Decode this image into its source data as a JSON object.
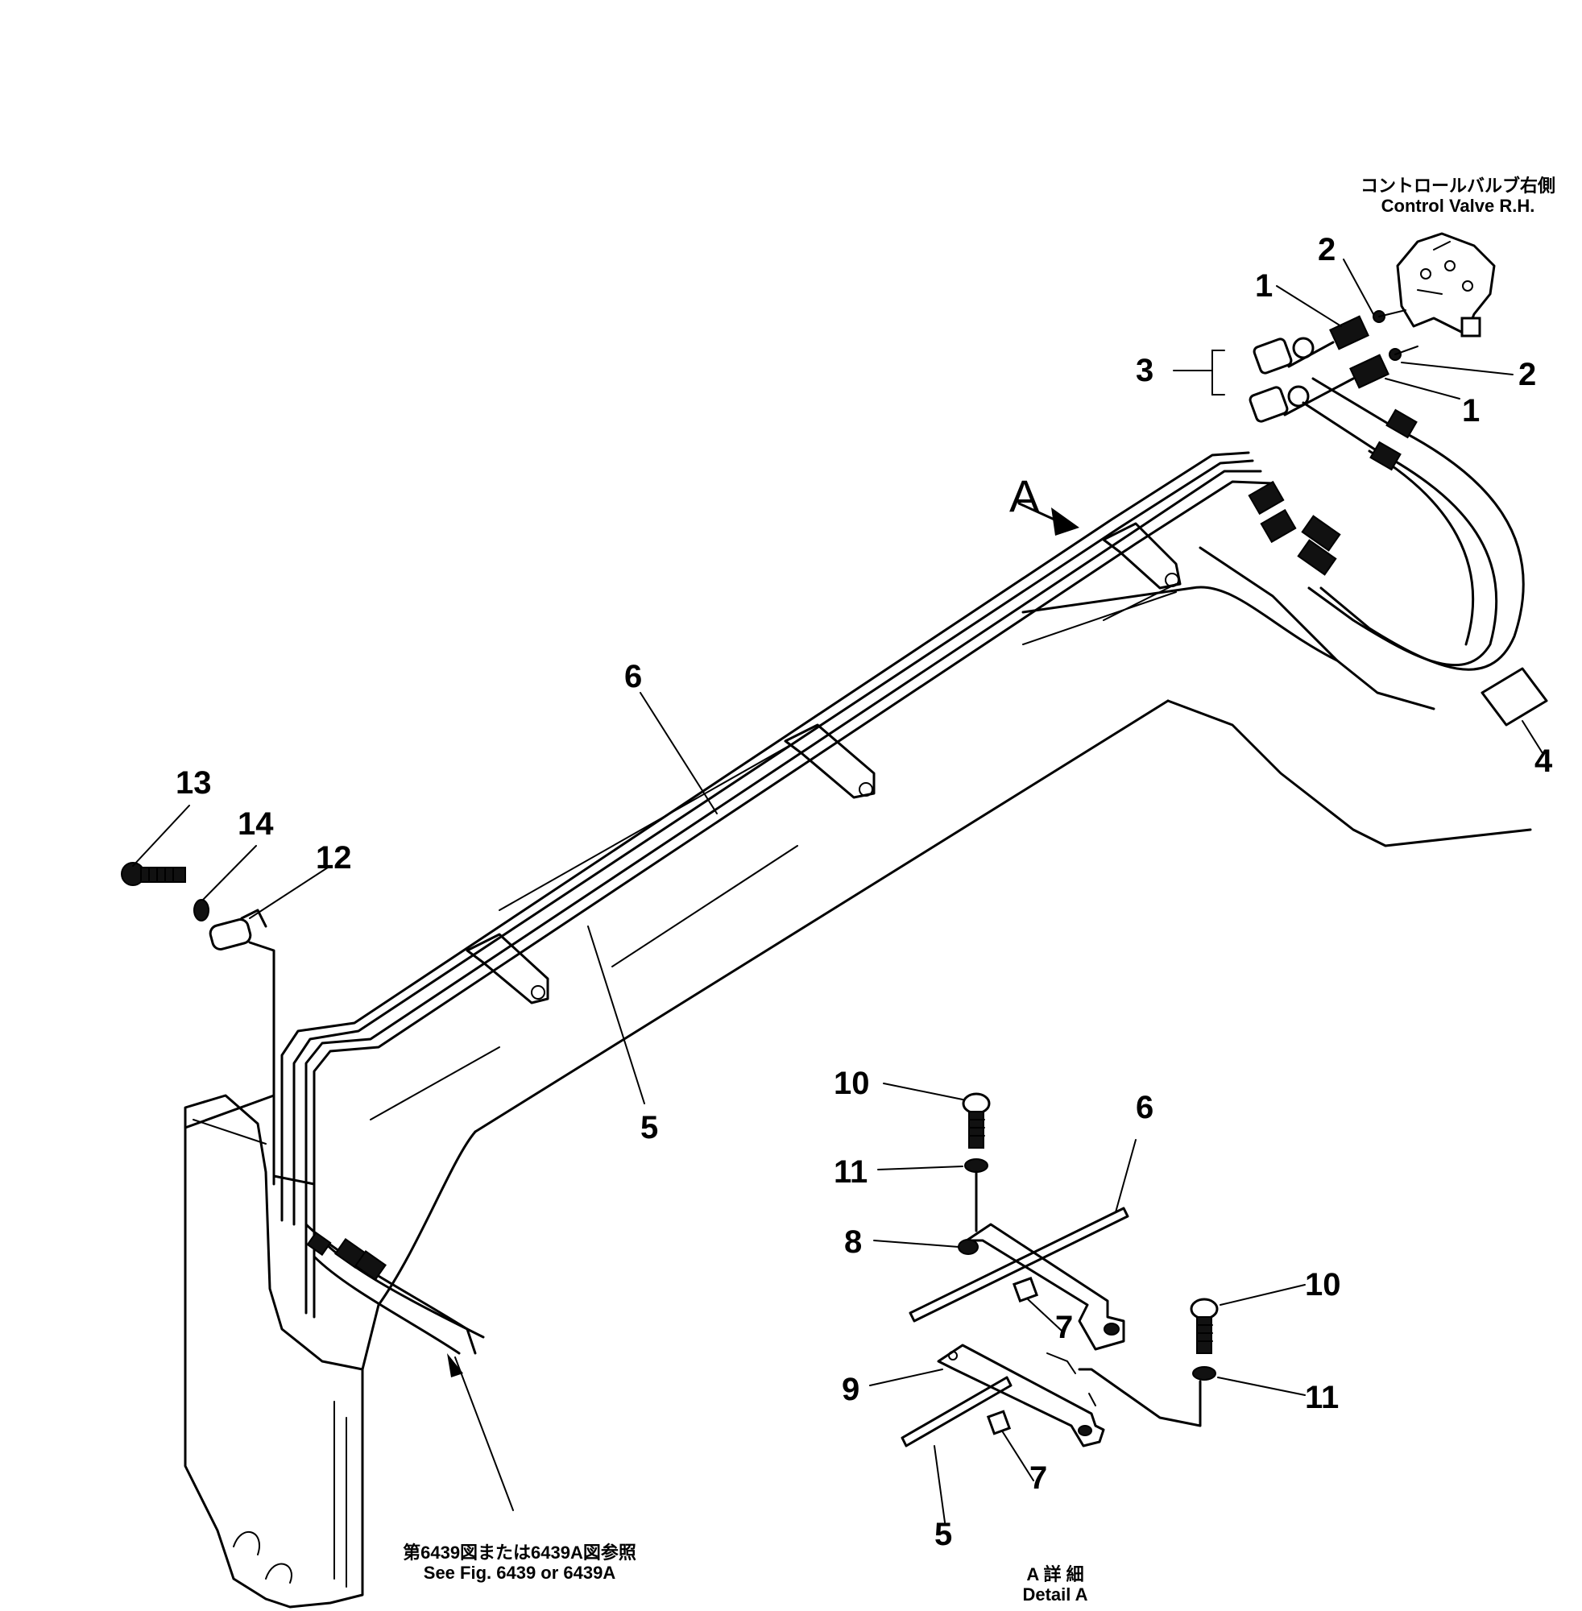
{
  "header": {
    "jp": "コントロールバルブ右側",
    "en": "Control Valve   R.H."
  },
  "footer_left": {
    "jp": "第6439図または6439A図参照",
    "en": "See Fig. 6439 or 6439A"
  },
  "footer_right": {
    "jp": "A 詳 細",
    "en": "Detail A"
  },
  "view_marker": "A",
  "callouts": {
    "c1a": "1",
    "c1b": "1",
    "c2a": "2",
    "c2b": "2",
    "c3": "3",
    "c4": "4",
    "c5a": "5",
    "c5b": "5",
    "c6a": "6",
    "c6b": "6",
    "c7a": "7",
    "c7b": "7",
    "c8": "8",
    "c9": "9",
    "c10a": "10",
    "c10b": "10",
    "c11a": "11",
    "c11b": "11",
    "c12": "12",
    "c13": "13",
    "c14": "14"
  }
}
